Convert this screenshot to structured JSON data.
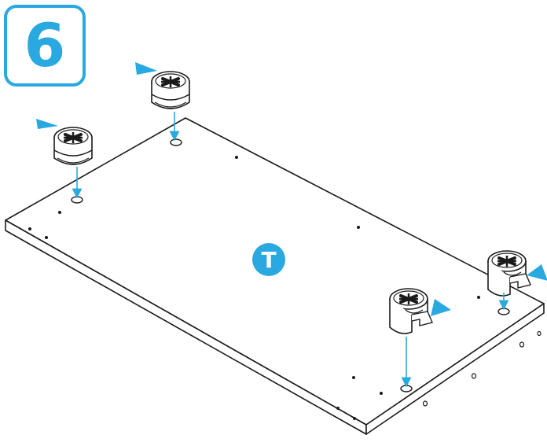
{
  "step": {
    "number": "6"
  },
  "panel": {
    "label": "T"
  },
  "colors": {
    "accent": "#29a9e0",
    "line": "#1a1a1a",
    "paper": "#ffffff"
  },
  "cam_locks": [
    {
      "position": "top-left",
      "icon": "cam-lock-icon"
    },
    {
      "position": "top-center",
      "icon": "cam-lock-icon"
    },
    {
      "position": "bottom-center-right",
      "icon": "cam-lock-icon"
    },
    {
      "position": "right",
      "icon": "cam-lock-icon"
    }
  ]
}
